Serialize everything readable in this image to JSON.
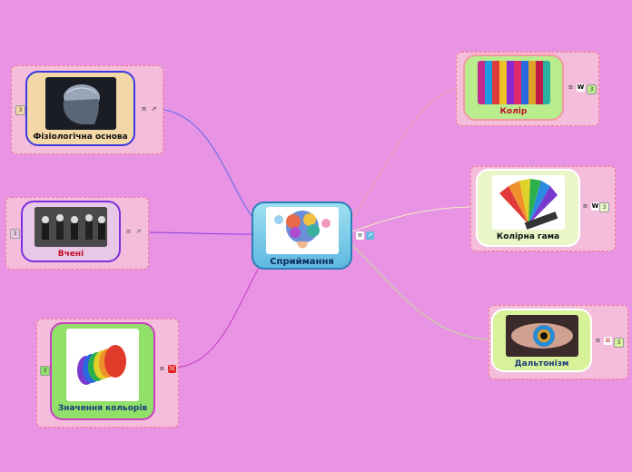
{
  "central": {
    "label": "Сприймання",
    "icons": [
      "notes-icon",
      "link-icon"
    ]
  },
  "nodes": {
    "fiz": {
      "label": "Фізіологічна основа",
      "badge": "3"
    },
    "vcheni": {
      "label": "Вчені",
      "badge": "3"
    },
    "znach": {
      "label": "Значення кольорів",
      "badge": "3"
    },
    "kolir": {
      "label": "Колір",
      "badge": "3"
    },
    "gama": {
      "label": "Колірна гама",
      "badge": "3"
    },
    "dalt": {
      "label": "Дальтонізм",
      "badge": "3"
    }
  },
  "colors": {
    "background": "#e993e4",
    "central_fill": "#7fd0e8",
    "central_border": "#2a7fb8",
    "fiz_fill": "#f3d7a7",
    "fiz_border": "#3a3ae0",
    "vcheni_fill": "#e9c7e6",
    "vcheni_border": "#7b2fe0",
    "znach_fill": "#90e06a",
    "znach_border": "#c83ec0",
    "kolir_fill": "#b8ec8c",
    "kolir_border": "#f09aa0",
    "gama_fill": "#eaf6c8",
    "gama_border": "#ffffff",
    "dalt_fill": "#d8f29a",
    "dalt_border": "#ffffff"
  }
}
